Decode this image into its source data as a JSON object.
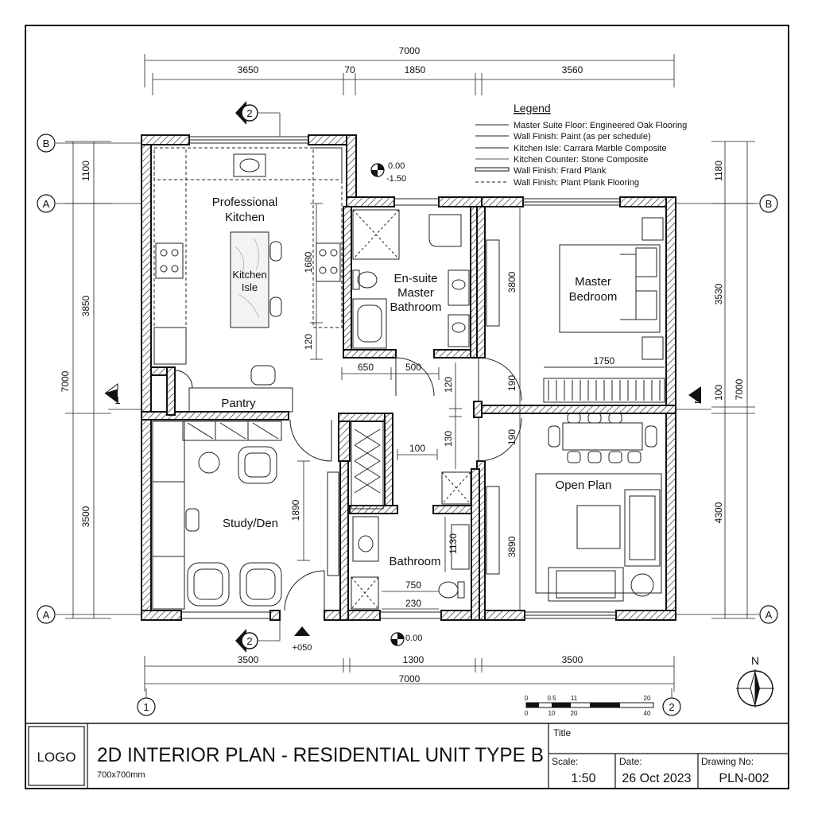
{
  "overall_dims": {
    "top_total": "7000",
    "top_segments": [
      "3650",
      "70",
      "1850",
      "3560"
    ],
    "bottom_total": "7000",
    "bottom_segments": [
      "3500",
      "1300",
      "3500"
    ],
    "left_total": "7000",
    "left_segments": [
      "1100",
      "3850",
      "3500"
    ],
    "right_total": "7000",
    "right_segments": [
      "1180",
      "3530",
      "100",
      "4300"
    ]
  },
  "grid_labels": {
    "b_left": "B",
    "a_left_top": "A",
    "a_left_bottom": "A",
    "b_right": "B",
    "a_right_bottom": "A",
    "one_bottom": "1",
    "two_bottom": "2"
  },
  "section_markers": {
    "top": "2",
    "left": "1",
    "right": "2",
    "bottom": "2"
  },
  "levels": {
    "top_upper": "0.00",
    "top_lower": "-1.50",
    "bottom": "0.00",
    "entry": "+050"
  },
  "legend": {
    "title": "Legend",
    "items": [
      "Master Suite Floor: Engineered Oak Flooring",
      "Wall Finish: Paint (as per schedule)",
      "Kitchen Isle: Carrara Marble Composite",
      "Kitchen Counter: Stone Composite",
      "Wall Finish: Frard Plank",
      "Wall Finish: Plant Plank Flooring"
    ]
  },
  "rooms": {
    "kitchen_line1": "Professional",
    "kitchen_line2": "Kitchen",
    "isle_line1": "Kitchen",
    "isle_line2": "Isle",
    "ensuite_line1": "En-suite",
    "ensuite_line2": "Master",
    "ensuite_line3": "Bathroom",
    "bedroom_line1": "Master",
    "bedroom_line2": "Bedroom",
    "pantry": "Pantry",
    "study": "Study/Den",
    "bathroom": "Bathroom",
    "open_plan": "Open Plan"
  },
  "inner_dims": {
    "kitchen_v1": "1680",
    "kitchen_v2": "120",
    "hall_w1": "650",
    "hall_w2": "500",
    "hall_v1": "120",
    "hall_v2": "130",
    "hall_w3": "100",
    "bed_v1": "3800",
    "bed_v2": "190",
    "bed_w": "1750",
    "open_v1": "190",
    "open_v2": "3890",
    "study_v": "1890",
    "bath_v": "1130",
    "bath_w1": "750",
    "bath_w2": "230"
  },
  "scale_bar": {
    "top_ticks": [
      "0",
      "0.5",
      "11",
      "20"
    ],
    "bottom_ticks": [
      "0",
      "10",
      "20",
      "40"
    ]
  },
  "north": "N",
  "title_block": {
    "logo": "LOGO",
    "drawing_title": "2D INTERIOR PLAN - RESIDENTIAL UNIT TYPE B",
    "size": "700x700mm",
    "title_label": "Title",
    "scale_label": "Scale:",
    "scale_value": "1:50",
    "date_label": "Date:",
    "date_value": "26 Oct 2023",
    "drawing_no_label": "Drawing No:",
    "drawing_no_value": "PLN-002"
  }
}
